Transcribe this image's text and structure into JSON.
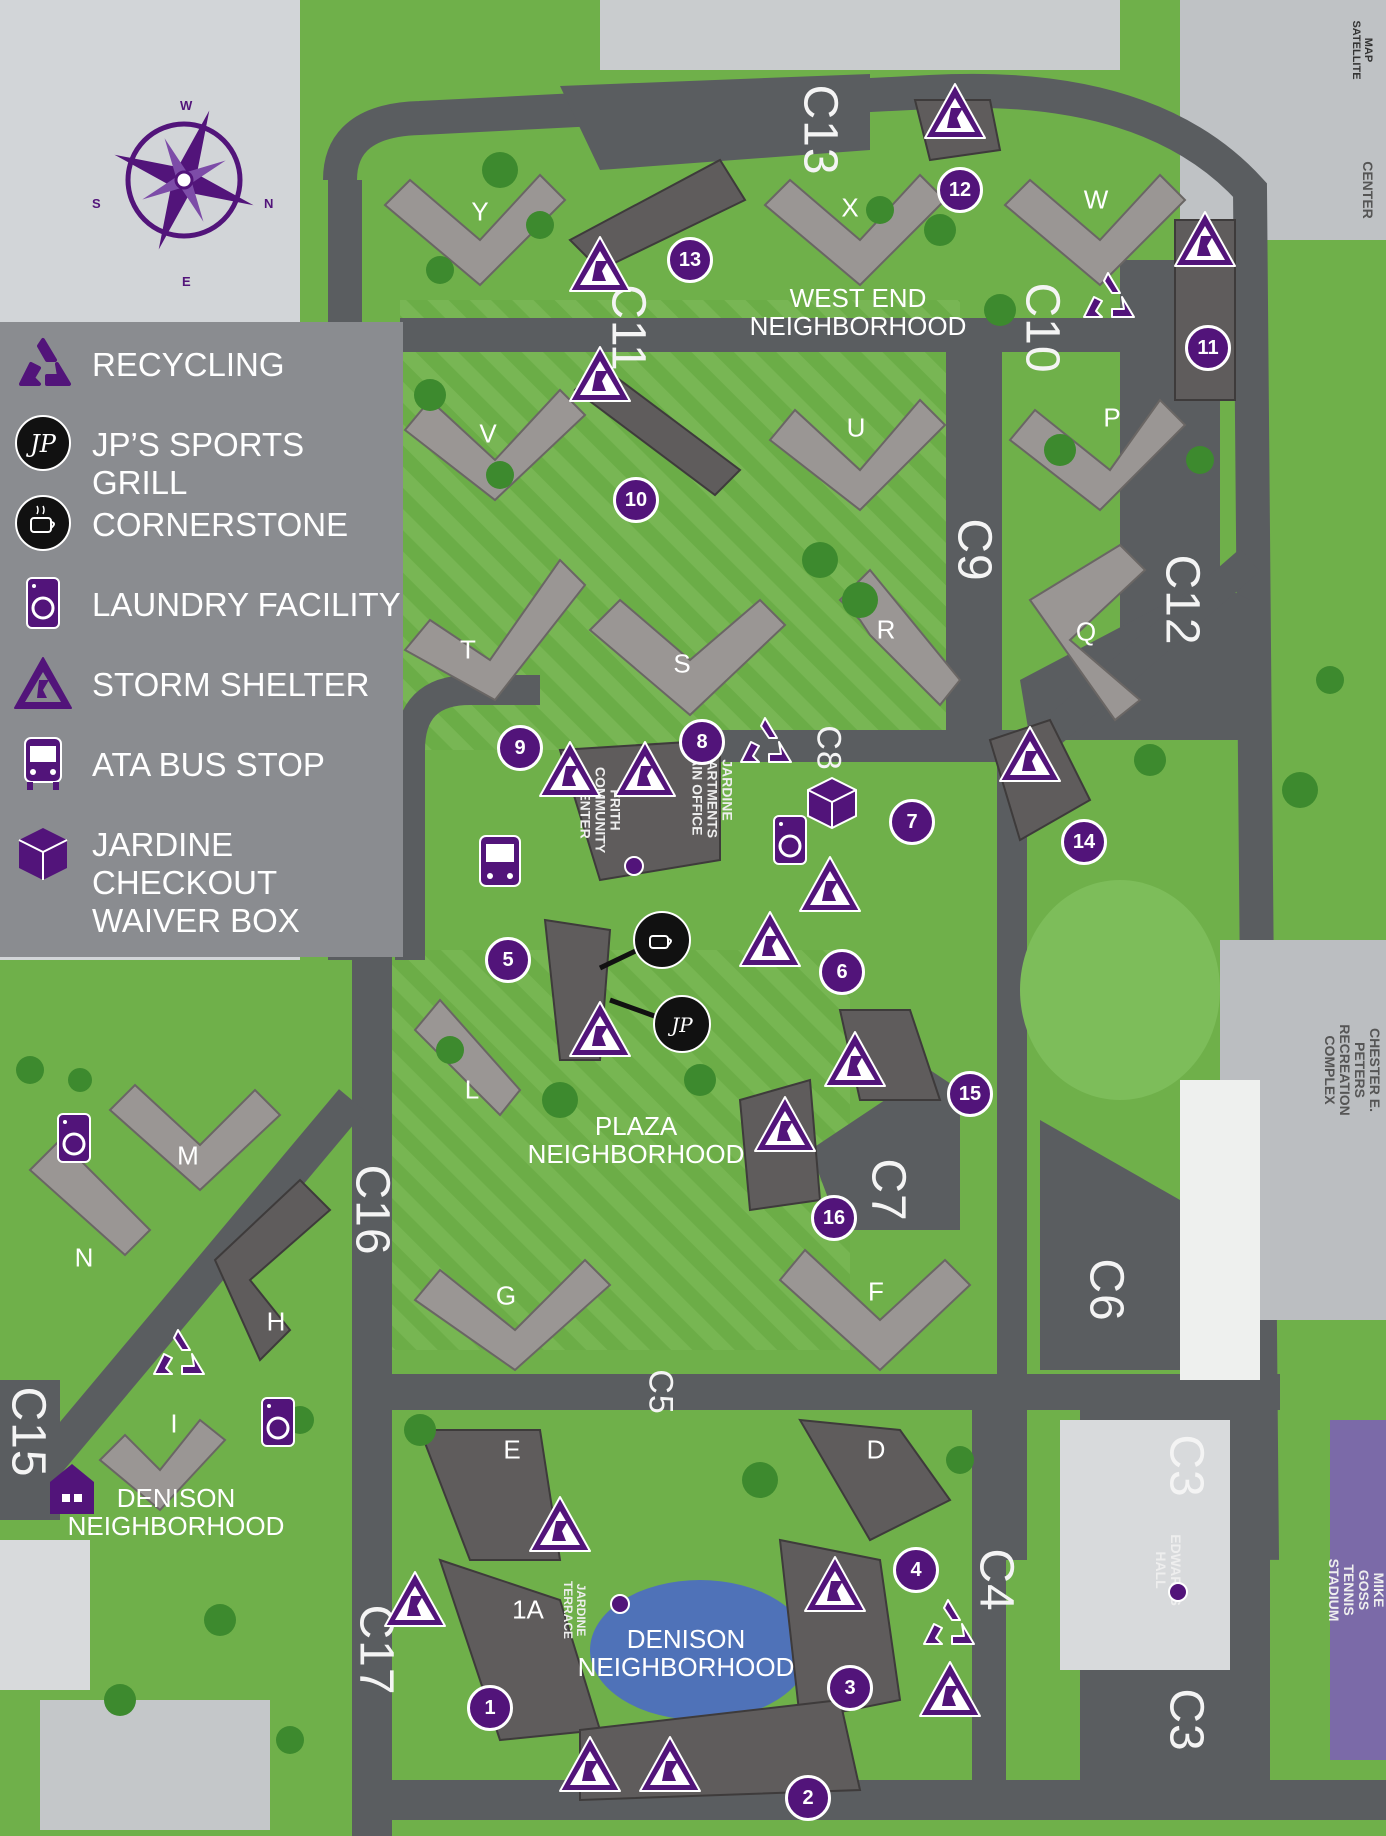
{
  "legend": {
    "items": [
      {
        "label": "RECYCLING",
        "icon": "recycling-icon"
      },
      {
        "label": "JP’S SPORTS GRILL",
        "icon": "jps-sports-grill-icon"
      },
      {
        "label": "CORNERSTONE",
        "icon": "cornerstone-icon"
      },
      {
        "label": "LAUNDRY FACILITY",
        "icon": "laundry-icon"
      },
      {
        "label": "STORM SHELTER",
        "icon": "storm-shelter-icon"
      },
      {
        "label": "ATA BUS STOP",
        "icon": "bus-stop-icon"
      },
      {
        "label": "JARDINE CHECKOUT",
        "label2": "WAIVER BOX",
        "icon": "checkout-box-icon"
      }
    ]
  },
  "compass": {
    "n": "N",
    "s": "S",
    "e": "E",
    "w": "W"
  },
  "neighborhoods": {
    "west_end": [
      "WEST END",
      "NEIGHBORHOOD"
    ],
    "plaza": [
      "PLAZA",
      "NEIGHBORHOOD"
    ],
    "denison_west": [
      "DENISON",
      "NEIGHBORHOOD"
    ],
    "denison_south": [
      "DENISON",
      "NEIGHBORHOOD"
    ]
  },
  "parking_lots": [
    "C13",
    "C11",
    "C10",
    "C9",
    "C12",
    "C8",
    "C16",
    "C7",
    "C6",
    "C5",
    "C15",
    "C17",
    "C4",
    "C3",
    "C3"
  ],
  "building_letters": [
    "Y",
    "X",
    "W",
    "V",
    "U",
    "P",
    "T",
    "S",
    "R",
    "Q",
    "L",
    "M",
    "N",
    "G",
    "H",
    "F",
    "I",
    "E",
    "D",
    "1A"
  ],
  "markers": [
    "1",
    "2",
    "3",
    "4",
    "5",
    "6",
    "7",
    "8",
    "9",
    "10",
    "11",
    "12",
    "13",
    "14",
    "15",
    "16"
  ],
  "building_names": {
    "jardine_office": [
      "JARDINE",
      "APARTMENTS",
      "MAIN OFFICE"
    ],
    "community_center": [
      "FRITH",
      "COMMUNITY",
      "CENTER"
    ],
    "recreation": [
      "CHESTER E. PETERS",
      "RECREATION COMPLEX"
    ],
    "tennis": [
      "MIKE GOSS",
      "TENNIS STADIUM"
    ],
    "edwards": [
      "EDWARDS",
      "HALL"
    ],
    "center_ne": [
      "CENTER"
    ],
    "satellite": [
      "MAP",
      "SATELLITE"
    ],
    "jardine_terrace": [
      "JARDINE",
      "TERRACE"
    ]
  },
  "colors": {
    "purple": "#52147a",
    "grass": "#6fb04a",
    "road": "#5a5d60",
    "legend_bg": "#8a8c90"
  }
}
